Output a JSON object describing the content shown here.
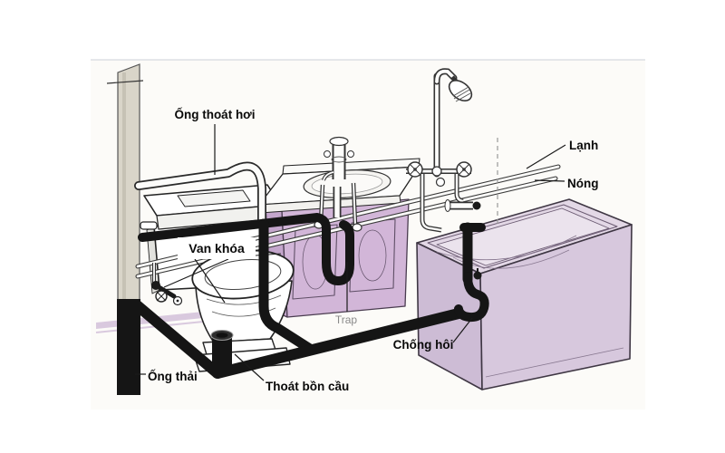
{
  "diagram": {
    "type": "plumbing-diagram",
    "description": "Bathroom rough-in plumbing diagram with toilet, vanity sink, bathtub and shower, labeled in Vietnamese",
    "labels": {
      "vent": {
        "text": "Ống thoát hơi"
      },
      "cold": {
        "text": "Lạnh"
      },
      "hot": {
        "text": "Nóng"
      },
      "valve": {
        "text": "Van khóa"
      },
      "trap": {
        "text": "Trap"
      },
      "odor_trap": {
        "text": "Chống hôi"
      },
      "waste": {
        "text": "Ống thải"
      },
      "toilet_drain": {
        "text": "Thoát bồn cầu"
      }
    },
    "colors": {
      "fixture_lavender": "#d2b6d8",
      "fixture_lavender_light": "#e3d8e6",
      "fixture_lavender_dark": "#c4a6cc",
      "baseboard_lavender": "#d9c9de",
      "pipe_black": "#151515",
      "vent_stack_gray": "#d9d5c9",
      "label_text": "#000000",
      "trap_label_gray": "#8a8a8a",
      "background": "#ffffff"
    }
  }
}
